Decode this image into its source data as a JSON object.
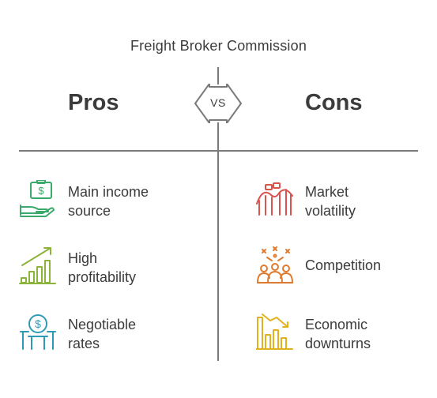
{
  "title": "Freight Broker Commission",
  "vs_label": "VS",
  "pros": {
    "heading": "Pros",
    "items": [
      {
        "label_line1": "Main income",
        "label_line2": "source",
        "icon": "money-hand-icon",
        "color": "#3aaa6a"
      },
      {
        "label_line1": "High",
        "label_line2": "profitability",
        "icon": "growth-chart-icon",
        "color": "#8cb33a"
      },
      {
        "label_line1": "Negotiable",
        "label_line2": "rates",
        "icon": "coin-box-icon",
        "color": "#2f9ab8"
      }
    ]
  },
  "cons": {
    "heading": "Cons",
    "items": [
      {
        "label_line1": "Market",
        "label_line2": "volatility",
        "icon": "rollercoaster-icon",
        "color": "#d9534f"
      },
      {
        "label_line1": "Competition",
        "label_line2": "",
        "icon": "crowd-icon",
        "color": "#e07a2e"
      },
      {
        "label_line1": "Economic",
        "label_line2": "downturns",
        "icon": "declining-chart-icon",
        "color": "#e0b21f"
      }
    ]
  },
  "colors": {
    "text": "#3b3b3b",
    "divider": "#7a7a7a"
  }
}
